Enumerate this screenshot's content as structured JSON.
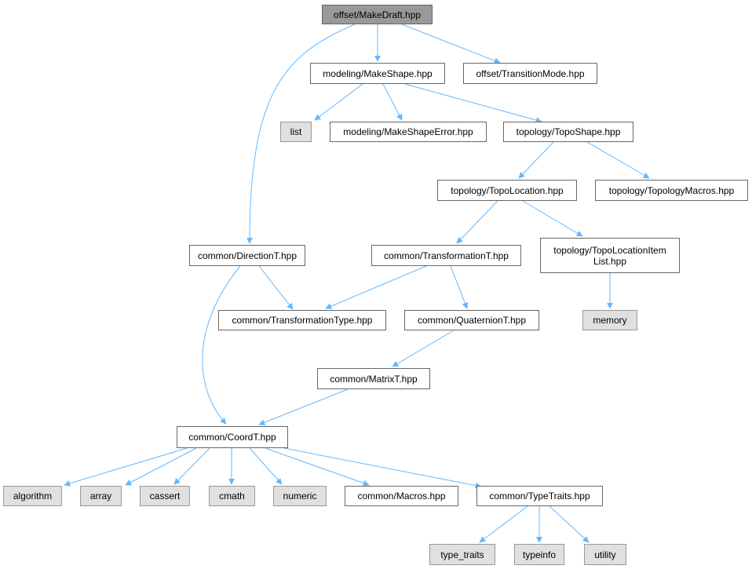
{
  "colors": {
    "edge": "#63b8ff",
    "node_border": "#666666",
    "root_fill": "#999999",
    "system_fill": "#e0e0e0",
    "system_border": "#999999"
  },
  "nodes": {
    "makedraft": "offset/MakeDraft.hpp",
    "makeshape": "modeling/MakeShape.hpp",
    "transitionmode": "offset/TransitionMode.hpp",
    "list": "list",
    "makeshapeerror": "modeling/MakeShapeError.hpp",
    "toposhape": "topology/TopoShape.hpp",
    "topolocation": "topology/TopoLocation.hpp",
    "topologymacros": "topology/TopologyMacros.hpp",
    "directiont": "common/DirectionT.hpp",
    "transformationt": "common/TransformationT.hpp",
    "topolocationitemlist": "topology/TopoLocationItem\nList.hpp",
    "transformationtype": "common/TransformationType.hpp",
    "quaternion": "common/QuaternionT.hpp",
    "memory": "memory",
    "matrixt": "common/MatrixT.hpp",
    "coordt": "common/CoordT.hpp",
    "algorithm": "algorithm",
    "array": "array",
    "cassert": "cassert",
    "cmath": "cmath",
    "numeric": "numeric",
    "macros": "common/Macros.hpp",
    "typetraits": "common/TypeTraits.hpp",
    "type_traits": "type_traits",
    "typeinfo": "typeinfo",
    "utility": "utility"
  }
}
